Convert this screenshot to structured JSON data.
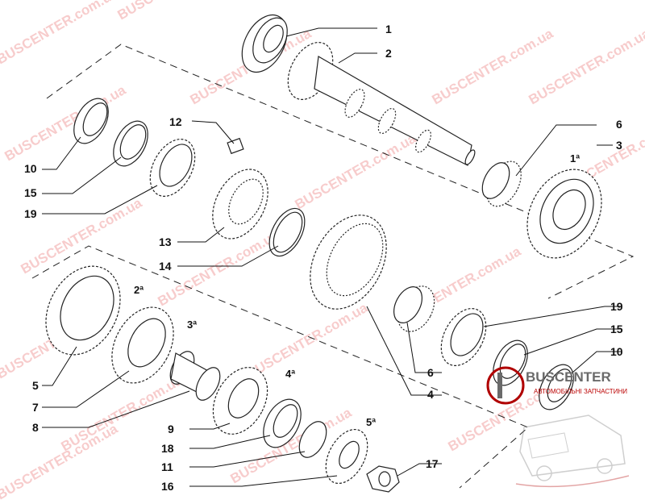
{
  "watermark": {
    "domain": "BUSCENTER.com.ua"
  },
  "logo": {
    "brand": "BUSCENTER",
    "subtitle": "АВТОМОБІЛЬНІ ЗАПЧАСТИНИ",
    "color": "#b00000"
  },
  "labels": {
    "p1": "1",
    "p2": "2",
    "p3": "3",
    "p4": "4",
    "p5": "5",
    "p6a": "6",
    "p6b": "6",
    "p7": "7",
    "p8": "8",
    "p9": "9",
    "p10a": "10",
    "p10b": "10",
    "p11": "11",
    "p12": "12",
    "p13": "13",
    "p14": "14",
    "p15a": "15",
    "p15b": "15",
    "p16": "16",
    "p17": "17",
    "p18": "18",
    "p19a": "19",
    "p19b": "19"
  },
  "groups": {
    "g1": "1ª",
    "g2": "2ª",
    "g3": "3ª",
    "g4": "4ª",
    "g5": "5ª"
  }
}
